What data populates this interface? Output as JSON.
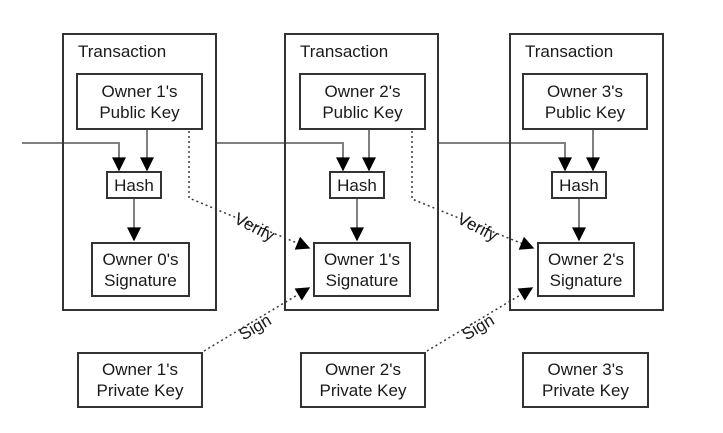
{
  "figure": {
    "background": "#ffffff",
    "colors": {
      "box_border": "#333333",
      "connector_line": "#808080",
      "arrowhead": "#000000",
      "dashed_line": "#3a3a3a",
      "text": "#1a1a1a"
    },
    "transactions": [
      {
        "title": "Transaction",
        "public_key": "Owner 1's\nPublic Key",
        "hash_label": "Hash",
        "signature": "Owner 0's\nSignature",
        "private_key": "Owner 1's\nPrivate Key"
      },
      {
        "title": "Transaction",
        "public_key": "Owner 2's\nPublic Key",
        "hash_label": "Hash",
        "signature": "Owner 1's\nSignature",
        "private_key": "Owner 2's\nPrivate Key"
      },
      {
        "title": "Transaction",
        "public_key": "Owner 3's\nPublic Key",
        "hash_label": "Hash",
        "signature": "Owner 2's\nSignature",
        "private_key": "Owner 3's\nPrivate Key"
      }
    ],
    "edge_labels": {
      "verify": "Verify",
      "sign": "Sign"
    }
  }
}
